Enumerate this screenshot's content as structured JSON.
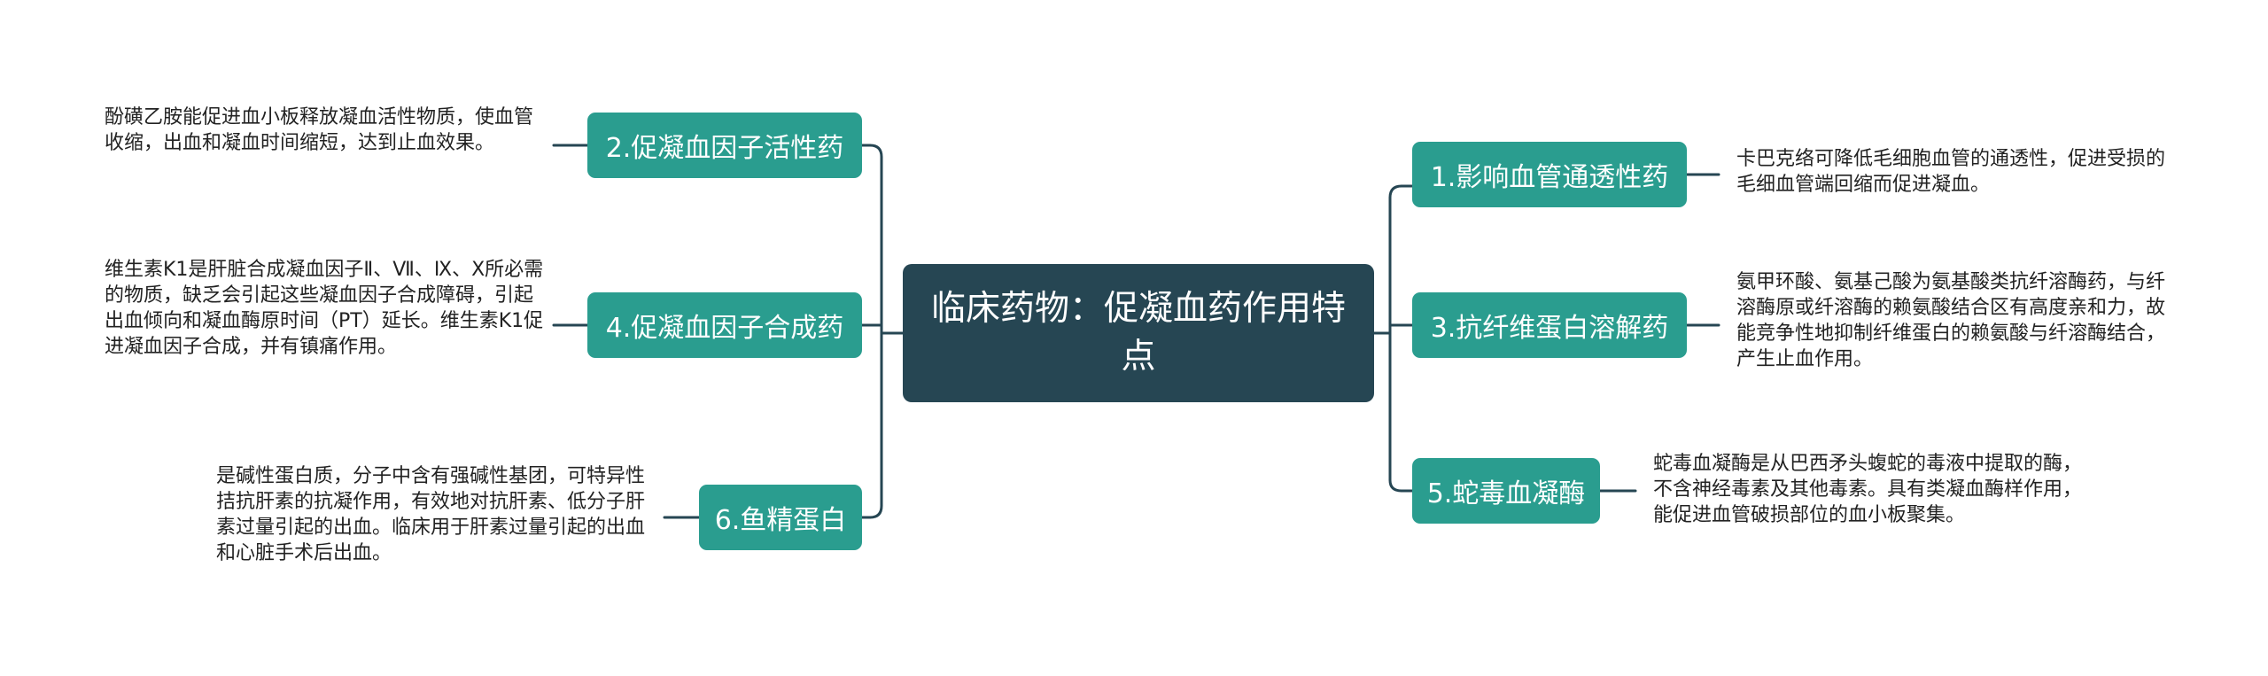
{
  "root": {
    "title": "临床药物：促凝血药作用特点"
  },
  "colors": {
    "root_bg": "#264653",
    "branch_bg": "#2a9d8f",
    "line": "#264653",
    "leaf_text": "#222222"
  },
  "branches": [
    {
      "label": "1.影响血管通透性药",
      "detail": "卡巴克络可降低毛细胞血管的通透性，促进受损的毛细血管端回缩而促进凝血。"
    },
    {
      "label": "2.促凝血因子活性药",
      "detail": "酚磺乙胺能促进血小板释放凝血活性物质，使血管收缩，出血和凝血时间缩短，达到止血效果。"
    },
    {
      "label": "3.抗纤维蛋白溶解药",
      "detail": "氨甲环酸、氨基己酸为氨基酸类抗纤溶酶药，与纤溶酶原或纤溶酶的赖氨酸结合区有高度亲和力，故能竞争性地抑制纤维蛋白的赖氨酸与纤溶酶结合，产生止血作用。"
    },
    {
      "label": "4.促凝血因子合成药",
      "detail": "维生素K1是肝脏合成凝血因子Ⅱ、Ⅶ、Ⅸ、Ⅹ所必需的物质，缺乏会引起这些凝血因子合成障碍，引起出血倾向和凝血酶原时间（PT）延长。维生素K1促进凝血因子合成，并有镇痛作用。"
    },
    {
      "label": "5.蛇毒血凝酶",
      "detail": "蛇毒血凝酶是从巴西矛头蝮蛇的毒液中提取的酶，不含神经毒素及其他毒素。具有类凝血酶样作用，能促进血管破损部位的血小板聚集。"
    },
    {
      "label": "6.鱼精蛋白",
      "detail": "是碱性蛋白质，分子中含有强碱性基团，可特异性拮抗肝素的抗凝作用，有效地对抗肝素、低分子肝素过量引起的出血。临床用于肝素过量引起的出血和心脏手术后出血。"
    }
  ]
}
